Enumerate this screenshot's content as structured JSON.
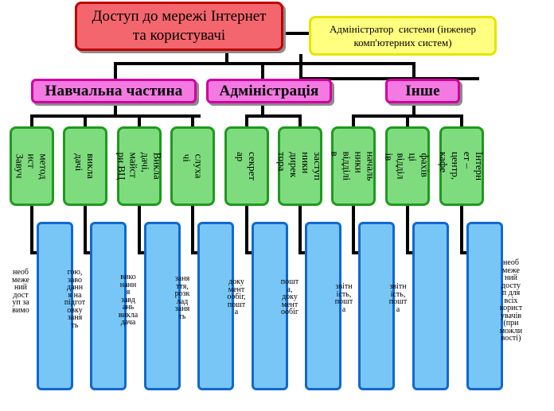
{
  "root": {
    "title": "Доступ до мережі Інтернет\nта користувачі",
    "fill": "#f4666e",
    "border": "#c00000"
  },
  "admin_note": {
    "text": "Адміністратор  системи (інженер\nкомп'ютерних систем)",
    "fill": "#ffff80"
  },
  "categories": [
    {
      "label": "Навчальна частина"
    },
    {
      "label": "Адміністрація"
    },
    {
      "label": "Інше"
    }
  ],
  "roles": [
    {
      "label": "метод\nист\nЗавуч"
    },
    {
      "label": "викла\nдачі"
    },
    {
      "label": "Викла\nдачі,\nмайст\nри ВЦ"
    },
    {
      "label": "слуха\nчі"
    },
    {
      "label": "секрет\nар"
    },
    {
      "label": "заступ\nники\nдирек\nтора"
    },
    {
      "label": "началь\nники\nвідділі\nв"
    },
    {
      "label": "фахів\nці\nвідділ\nів"
    },
    {
      "label": "Інтерн\nет –\nцентр,\nкафе"
    }
  ],
  "needs": [
    {
      "text": "необ\nмеже\nний\nдост\nуп за\nвимо"
    },
    {
      "text": "гою,\nзаво\nданн\nя на\nпідгот\nовку\nзаня\nть"
    },
    {
      "text": "вико\nнанн\nя\nзавд\nань\nвикла\nдача"
    },
    {
      "text": "заня\nття,\nрозк\nлад\nзаня\nть"
    },
    {
      "text": "доку\nмент\nообіг,\nпошт\nа"
    },
    {
      "text": "пошт\nа,\nдоку\nмент\nообіг"
    },
    {
      "text": "звітн\nість,\nпошт\nа"
    },
    {
      "text": "звітн\nість,\nпошт\nа"
    },
    {
      "text": "необ\nмеже\nний\nдосту\nп для\nвсіх\nкорист\nувачів\n(при\nможли\nвості)"
    }
  ],
  "colors": {
    "category_fill": "#f27ae2",
    "role_fill": "#7edc7e",
    "need_fill": "#78c6f6"
  }
}
